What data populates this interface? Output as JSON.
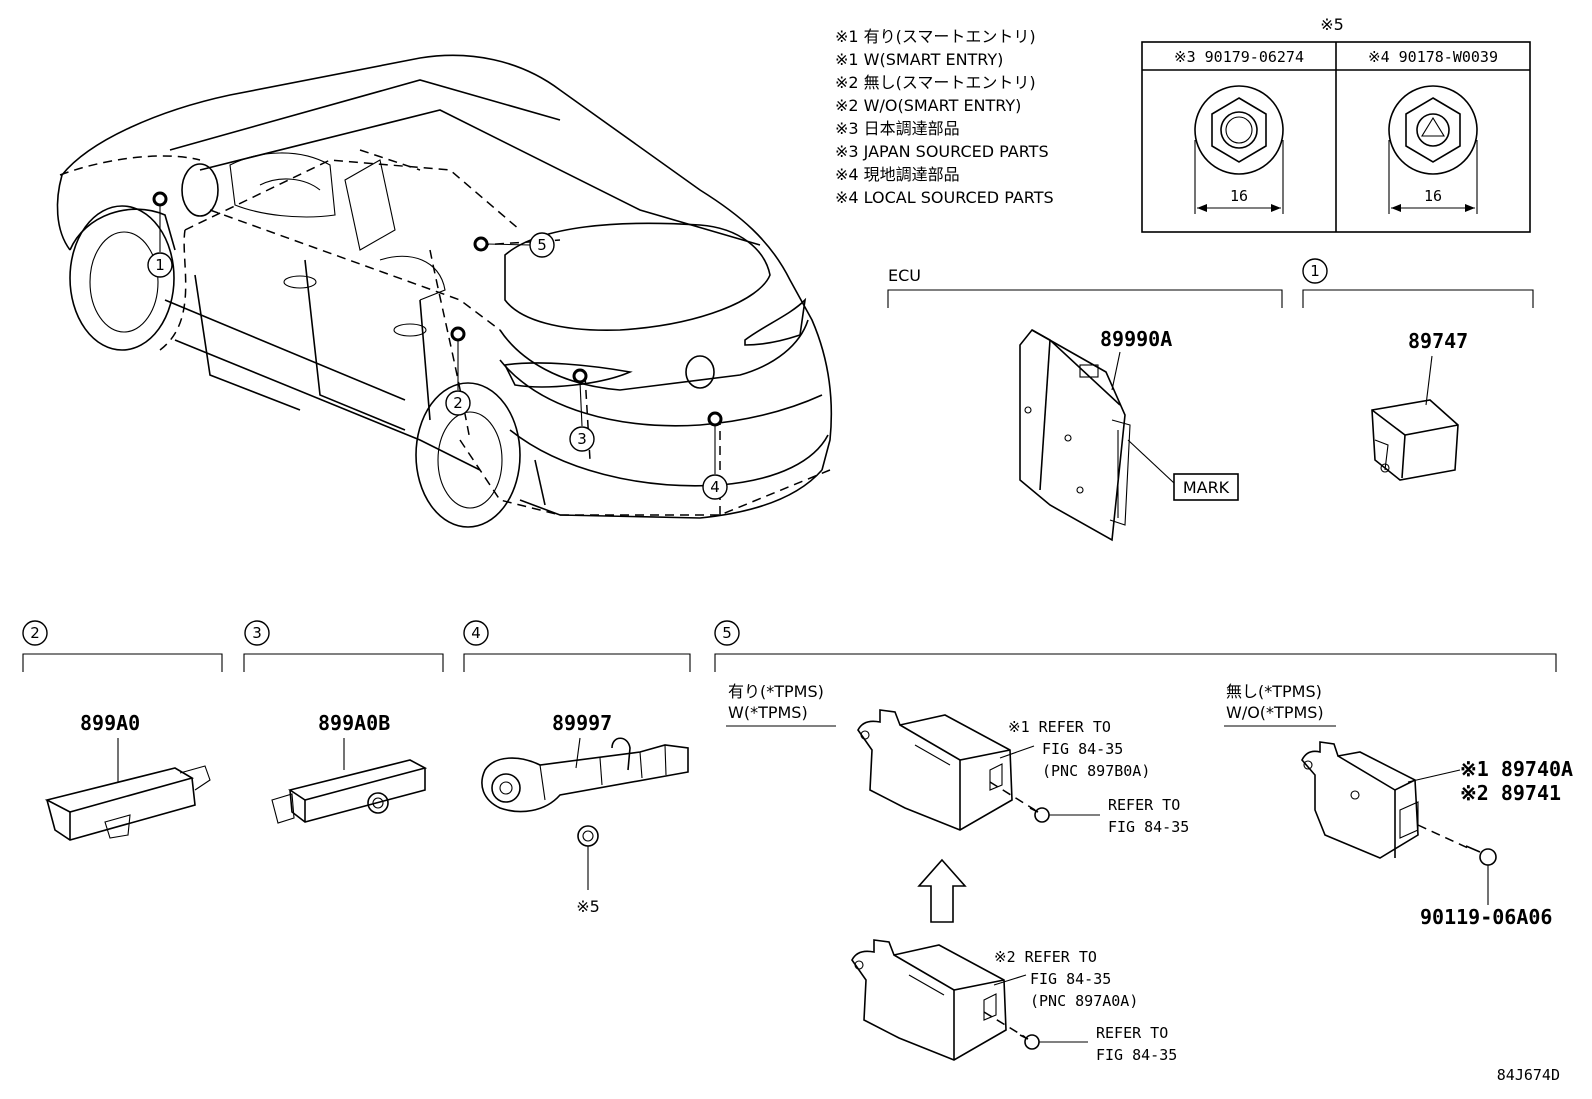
{
  "legend": [
    "※1 有り(スマートエントリ)",
    "※1 W(SMART ENTRY)",
    "※2 無し(スマートエントリ)",
    "※2 W/O(SMART ENTRY)",
    "※3 日本調達部品",
    "※3 JAPAN SOURCED PARTS",
    "※4 現地調達部品",
    "※4 LOCAL SOURCED PARTS"
  ],
  "nut_table": {
    "title": "※5",
    "col1_header": "※3 90179-06274",
    "col2_header": "※4 90178-W0039",
    "col1_dim": "16",
    "col2_dim": "16"
  },
  "callouts": [
    "1",
    "2",
    "3",
    "4",
    "5"
  ],
  "sections": {
    "ecu": {
      "title": "ECU",
      "part": "89990A",
      "mark": "MARK"
    },
    "s1": {
      "num": "1",
      "part": "89747"
    },
    "s2": {
      "num": "2",
      "part": "899A0"
    },
    "s3": {
      "num": "3",
      "part": "899A0B"
    },
    "s4": {
      "num": "4",
      "part": "89997",
      "nut_ref": "※5"
    },
    "s5": {
      "num": "5",
      "with_tpms_jp": "有り(*TPMS)",
      "with_tpms_en": "W(*TPMS)",
      "without_tpms_jp": "無し(*TPMS)",
      "without_tpms_en": "W/O(*TPMS)",
      "ref1": [
        "※1 REFER TO",
        "FIG 84-35",
        "(PNC 897B0A)"
      ],
      "ref2": [
        "REFER TO",
        "FIG 84-35"
      ],
      "ref3": [
        "※2 REFER TO",
        "FIG 84-35",
        "(PNC 897A0A)"
      ],
      "ref4": [
        "REFER TO",
        "FIG 84-35"
      ],
      "part_a": "※1 89740A",
      "part_b": "※2 89741",
      "bolt": "90119-06A06"
    }
  },
  "figure_code": "84J674D"
}
